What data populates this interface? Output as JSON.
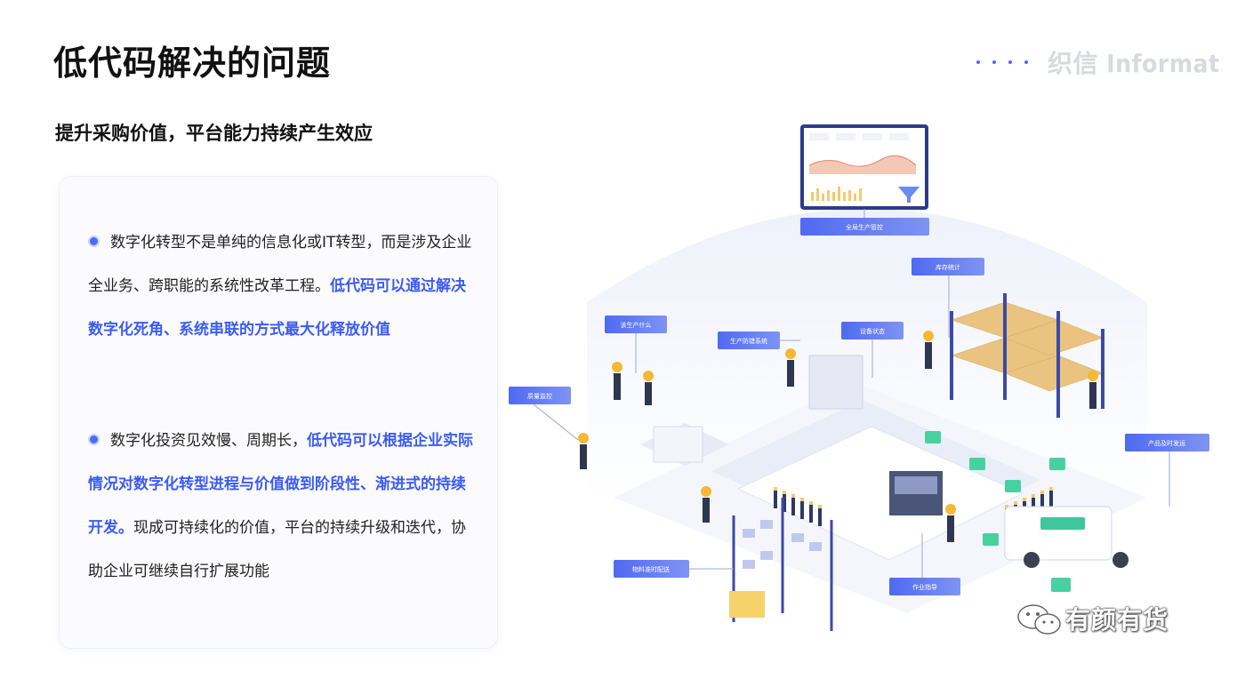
{
  "title": "低代码解决的问题",
  "brand": {
    "name": "织信 Informat"
  },
  "subtitle": "提升采购价值，平台能力持续产生效应",
  "card": {
    "p1_normal": "数字化转型不是单纯的信息化或IT转型，而是涉及企业全业务、跨职能的系统性改革工程。",
    "p1_blue": "低代码可以通过解决数字化死角、系统串联的方式最大化释放价值",
    "p2_normal_a": "数字化投资见效慢、周期长，",
    "p2_blue": "低代码可以根据企业实际情况对数字化转型进程与价值做到阶段性、渐进式的持续开发。",
    "p2_normal_b": "现成可持续化的价值，平台的持续升级和迭代，协助企业可继续自行扩展功能"
  },
  "illustration": {
    "labels": {
      "global": "全局生产管控",
      "inventory": "库存统计",
      "what": "该生产什么",
      "prodsys": "生产防错系统",
      "equipment": "设备状态",
      "quality": "质量监控",
      "product": "产品及时发运",
      "material": "物料准时配送",
      "guide": "作业指导"
    },
    "accent": "#5b73f0"
  },
  "watermark": {
    "text": "有颜有货"
  }
}
